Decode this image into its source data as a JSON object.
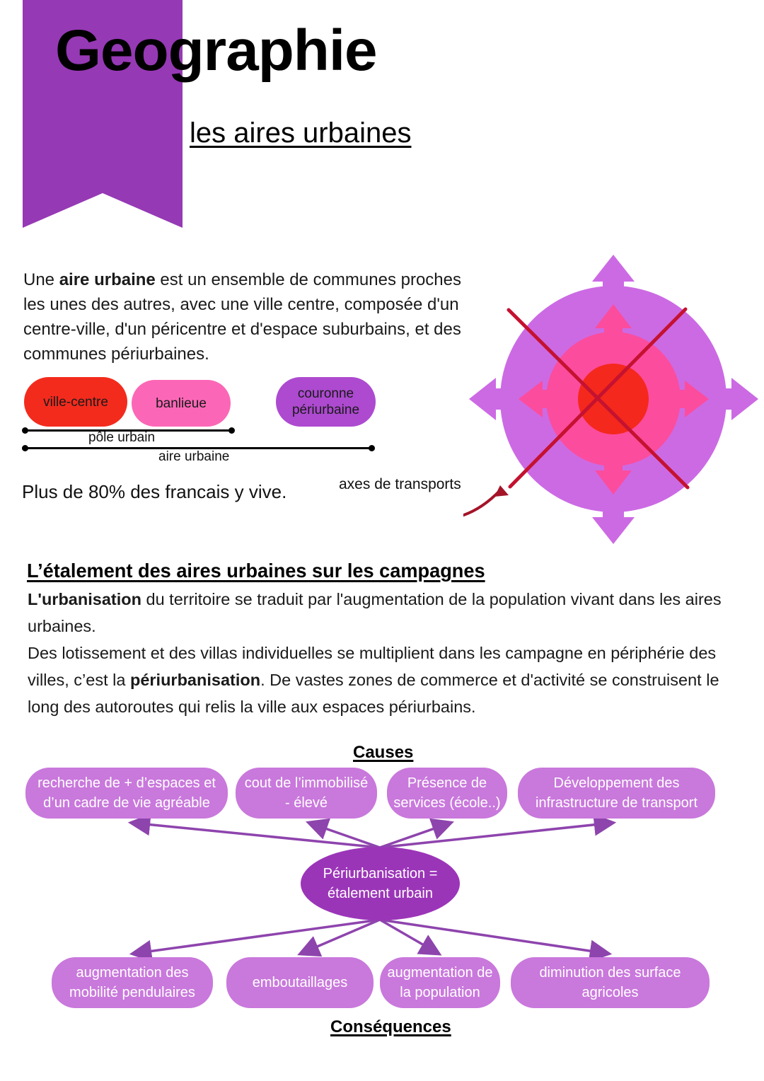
{
  "header": {
    "title": "Geographie",
    "subtitle": "les aires urbaines",
    "banner_color": "#9639b5"
  },
  "intro": {
    "lead_bold": "aire urbaine",
    "text_before": "Une ",
    "text_after": " est un ensemble de communes proches les unes des autres, avec une ville centre, composée d'un centre-ville, d'un péricentre et d'espace suburbains, et des communes périurbaines."
  },
  "pills": [
    {
      "label": "ville-centre",
      "color": "#f32b1d"
    },
    {
      "label": "banlieue",
      "color": "#fb67b6"
    },
    {
      "label": "couronne périurbaine",
      "color": "#ad4ad0"
    }
  ],
  "scale": {
    "pole_urbain": "pôle urbain",
    "aire_urbaine": "aire urbaine"
  },
  "stat": "Plus de 80% des francais y vive.",
  "schema": {
    "axes_label": "axes de transports",
    "outer_color": "#cc6ae4",
    "middle_color": "#fc4c9e",
    "center_color": "#f4281c",
    "transport_line_color": "#c41230"
  },
  "section2": {
    "heading": "L’étalement des aires urbaines sur les campagnes",
    "p1_bold": "L'urbanisation",
    "p1_rest": " du territoire se traduit par l'augmentation de la population vivant dans les aires urbaines.",
    "p2_a": "Des lotissement et des villas individuelles se multiplient dans les campagne en périphérie des villes, c’est la ",
    "p2_bold": "périurbanisation",
    "p2_b": ". De vastes zones de commerce et d'activité se construisent le long des autoroutes qui relis la ville aux espaces périurbains."
  },
  "diagram": {
    "causes_heading": "Causes",
    "consequences_heading": "Conséquences",
    "center_node": "Périurbanisation = étalement urbain",
    "box_color": "#c978dc",
    "center_color": "#9b35b8",
    "arrow_color": "#8e44ad",
    "causes": [
      "recherche de + d’espaces et d’un cadre de vie agréable",
      "cout de l’immobilisé - élevé",
      "Présence de services (école..)",
      "Développement des infrastructure de transport"
    ],
    "consequences": [
      "augmentation des mobilité pendulaires",
      "emboutaillages",
      "augmentation de la population",
      "diminution des surface agricoles"
    ]
  }
}
